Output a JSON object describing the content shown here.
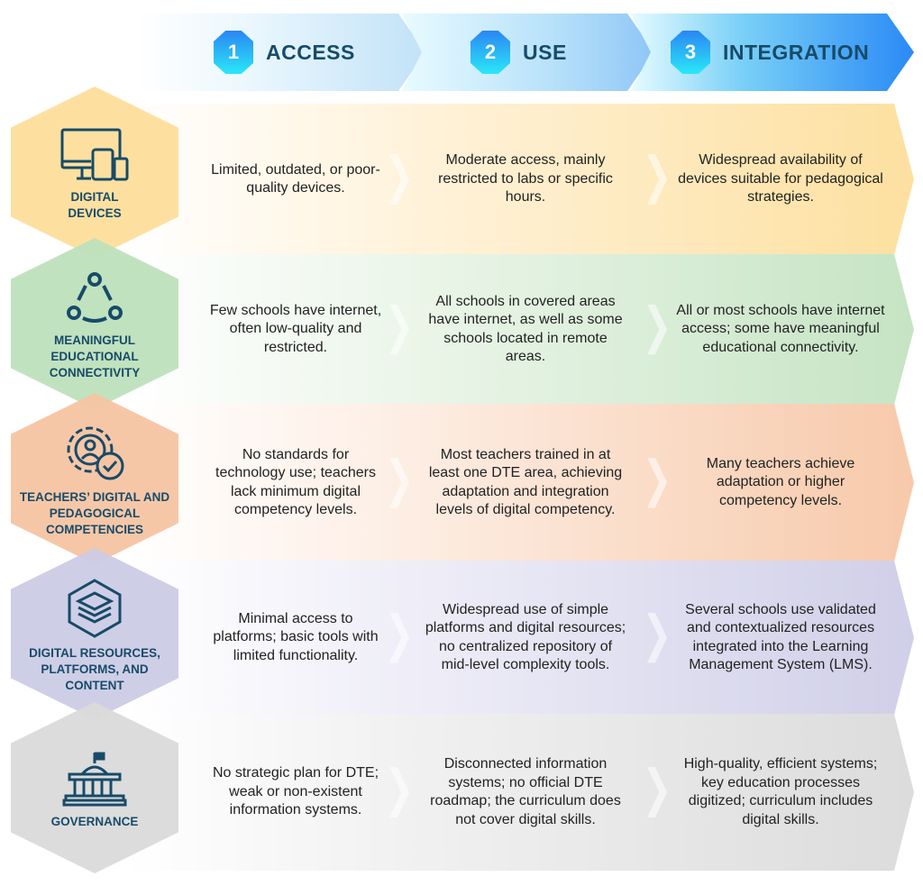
{
  "stages": [
    {
      "number": "1",
      "label": "ACCESS"
    },
    {
      "number": "2",
      "label": "USE"
    },
    {
      "number": "3",
      "label": "INTEGRATION"
    }
  ],
  "rows": [
    {
      "category": "DIGITAL DEVICES",
      "icon": "devices-icon",
      "color": "#fde0a0",
      "access": "Limited, outdated, or poor-quality devices.",
      "use": "Moderate access, mainly restricted to labs or specific hours.",
      "integration": "Widespread availability of devices suitable for pedagogical strategies."
    },
    {
      "category": "MEANINGFUL EDUCATIONAL CONNECTIVITY",
      "icon": "connectivity-icon",
      "color": "#c6e4c4",
      "access": "Few schools have internet, often low-quality and restricted.",
      "use": "All schools in covered areas have internet, as well as some schools located in remote areas.",
      "integration": "All or most schools have internet access; some have meaningful educational connectivity."
    },
    {
      "category": "TEACHERS’ DIGITAL AND PEDAGOGICAL COMPETENCIES",
      "icon": "teacher-competency-icon",
      "color": "#f7c9aa",
      "access": "No standards for technology use; teachers lack minimum digital competency levels.",
      "use": "Most teachers trained in at least one DTE area, achieving adaptation and integration levels of digital competency.",
      "integration": "Many teachers achieve adaptation or higher competency levels."
    },
    {
      "category": "DIGITAL RESOURCES, PLATFORMS, AND CONTENT",
      "icon": "layers-icon",
      "color": "#d0cfe8",
      "access": "Minimal access to platforms; basic tools with limited functionality.",
      "use": "Widespread use of simple platforms and digital resources; no centralized repository of mid-level complexity tools.",
      "integration": "Several schools use validated and contextualized resources integrated into the Learning Management System (LMS)."
    },
    {
      "category": "GOVERNANCE",
      "icon": "government-building-icon",
      "color": "#dcdcdc",
      "access": "No strategic plan for DTE; weak or non-existent information systems.",
      "use": "Disconnected information systems; no official DTE roadmap; the curriculum does not cover digital skills.",
      "integration": "High-quality, efficient systems; key education processes digitized; curriculum includes digital skills."
    }
  ]
}
